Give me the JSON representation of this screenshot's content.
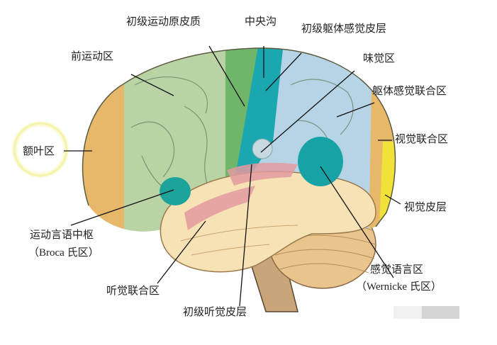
{
  "labels": {
    "primary_motor": "初级运动原皮质",
    "central_sulcus": "中央沟",
    "primary_somatosensory": "初级躯体感觉皮层",
    "premotor": "前运动区",
    "gustatory": "味觉区",
    "somatosensory_association": "躯体感觉联合区",
    "frontal": "额叶区",
    "visual_association": "视觉联合区",
    "visual_cortex": "视觉皮层",
    "motor_speech": "运动言语中枢",
    "broca": "（Broca 氏区）",
    "sensory_language": "感觉语言区",
    "wernicke": "（Wernicke 氏区）",
    "auditory_association": "听觉联合区",
    "primary_auditory": "初级听觉皮层"
  },
  "colors": {
    "frontal_orange": "#e8b86a",
    "premotor_green": "#b9d3a5",
    "motor_green": "#6fb56a",
    "somatosensory_teal": "#1aa7b0",
    "association_blue": "#b6d4e6",
    "visual_yellow": "#f1e23a",
    "auditory_pink": "#e39aa0",
    "temporal_cream": "#f7e2b5",
    "cerebellum": "#e9c48d",
    "highlight_ring": "#f3f19a"
  }
}
